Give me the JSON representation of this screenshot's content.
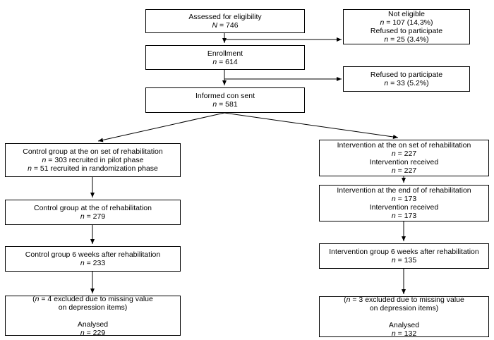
{
  "boxes": {
    "assessed": {
      "lines": [
        "Assessed for eligibility",
        "N = 746"
      ]
    },
    "not_eligible": {
      "lines": [
        "Not eligible",
        "n = 107 (14,3%)",
        "Refused to participate",
        "n = 25 (3.4%)"
      ]
    },
    "enrollment": {
      "lines": [
        "Enrollment",
        "n = 614"
      ]
    },
    "refused": {
      "lines": [
        "Refused to participate",
        "n = 33 (5.2%)"
      ]
    },
    "informed_consent": {
      "lines": [
        "Informed con sent",
        "n = 581"
      ]
    },
    "control_onset": {
      "lines": [
        "Control group at the on set of rehabilitation",
        "n = 303 recruited in pilot phase",
        "n = 51 recruited in randomization phase"
      ]
    },
    "control_end": {
      "lines": [
        "Control group at the of rehabilitation",
        "n = 279"
      ]
    },
    "control_6weeks": {
      "lines": [
        "Control group 6 weeks after rehabilitation",
        "n = 233"
      ]
    },
    "control_analysed": {
      "lines": [
        "(n = 4 excluded due to missing value",
        "on depression items)",
        "",
        "Analysed",
        "n = 229"
      ]
    },
    "intervention_onset": {
      "lines": [
        "Intervention at the on set of rehabilitation",
        "n = 227",
        "Intervention received",
        "n = 227"
      ]
    },
    "intervention_end": {
      "lines": [
        "Intervention at the end of of rehabilitation",
        "n = 173",
        "Intervention received",
        "n = 173"
      ]
    },
    "intervention_6weeks": {
      "lines": [
        "Intervention group 6 weeks after rehabilitation",
        "n = 135"
      ]
    },
    "intervention_analysed": {
      "lines": [
        "(n = 3 excluded due to missing value",
        "on depression items)",
        "",
        "Analysed",
        "n = 132"
      ]
    }
  },
  "colors": {
    "line": "#000000",
    "box_border": "#000000",
    "background": "#ffffff"
  }
}
